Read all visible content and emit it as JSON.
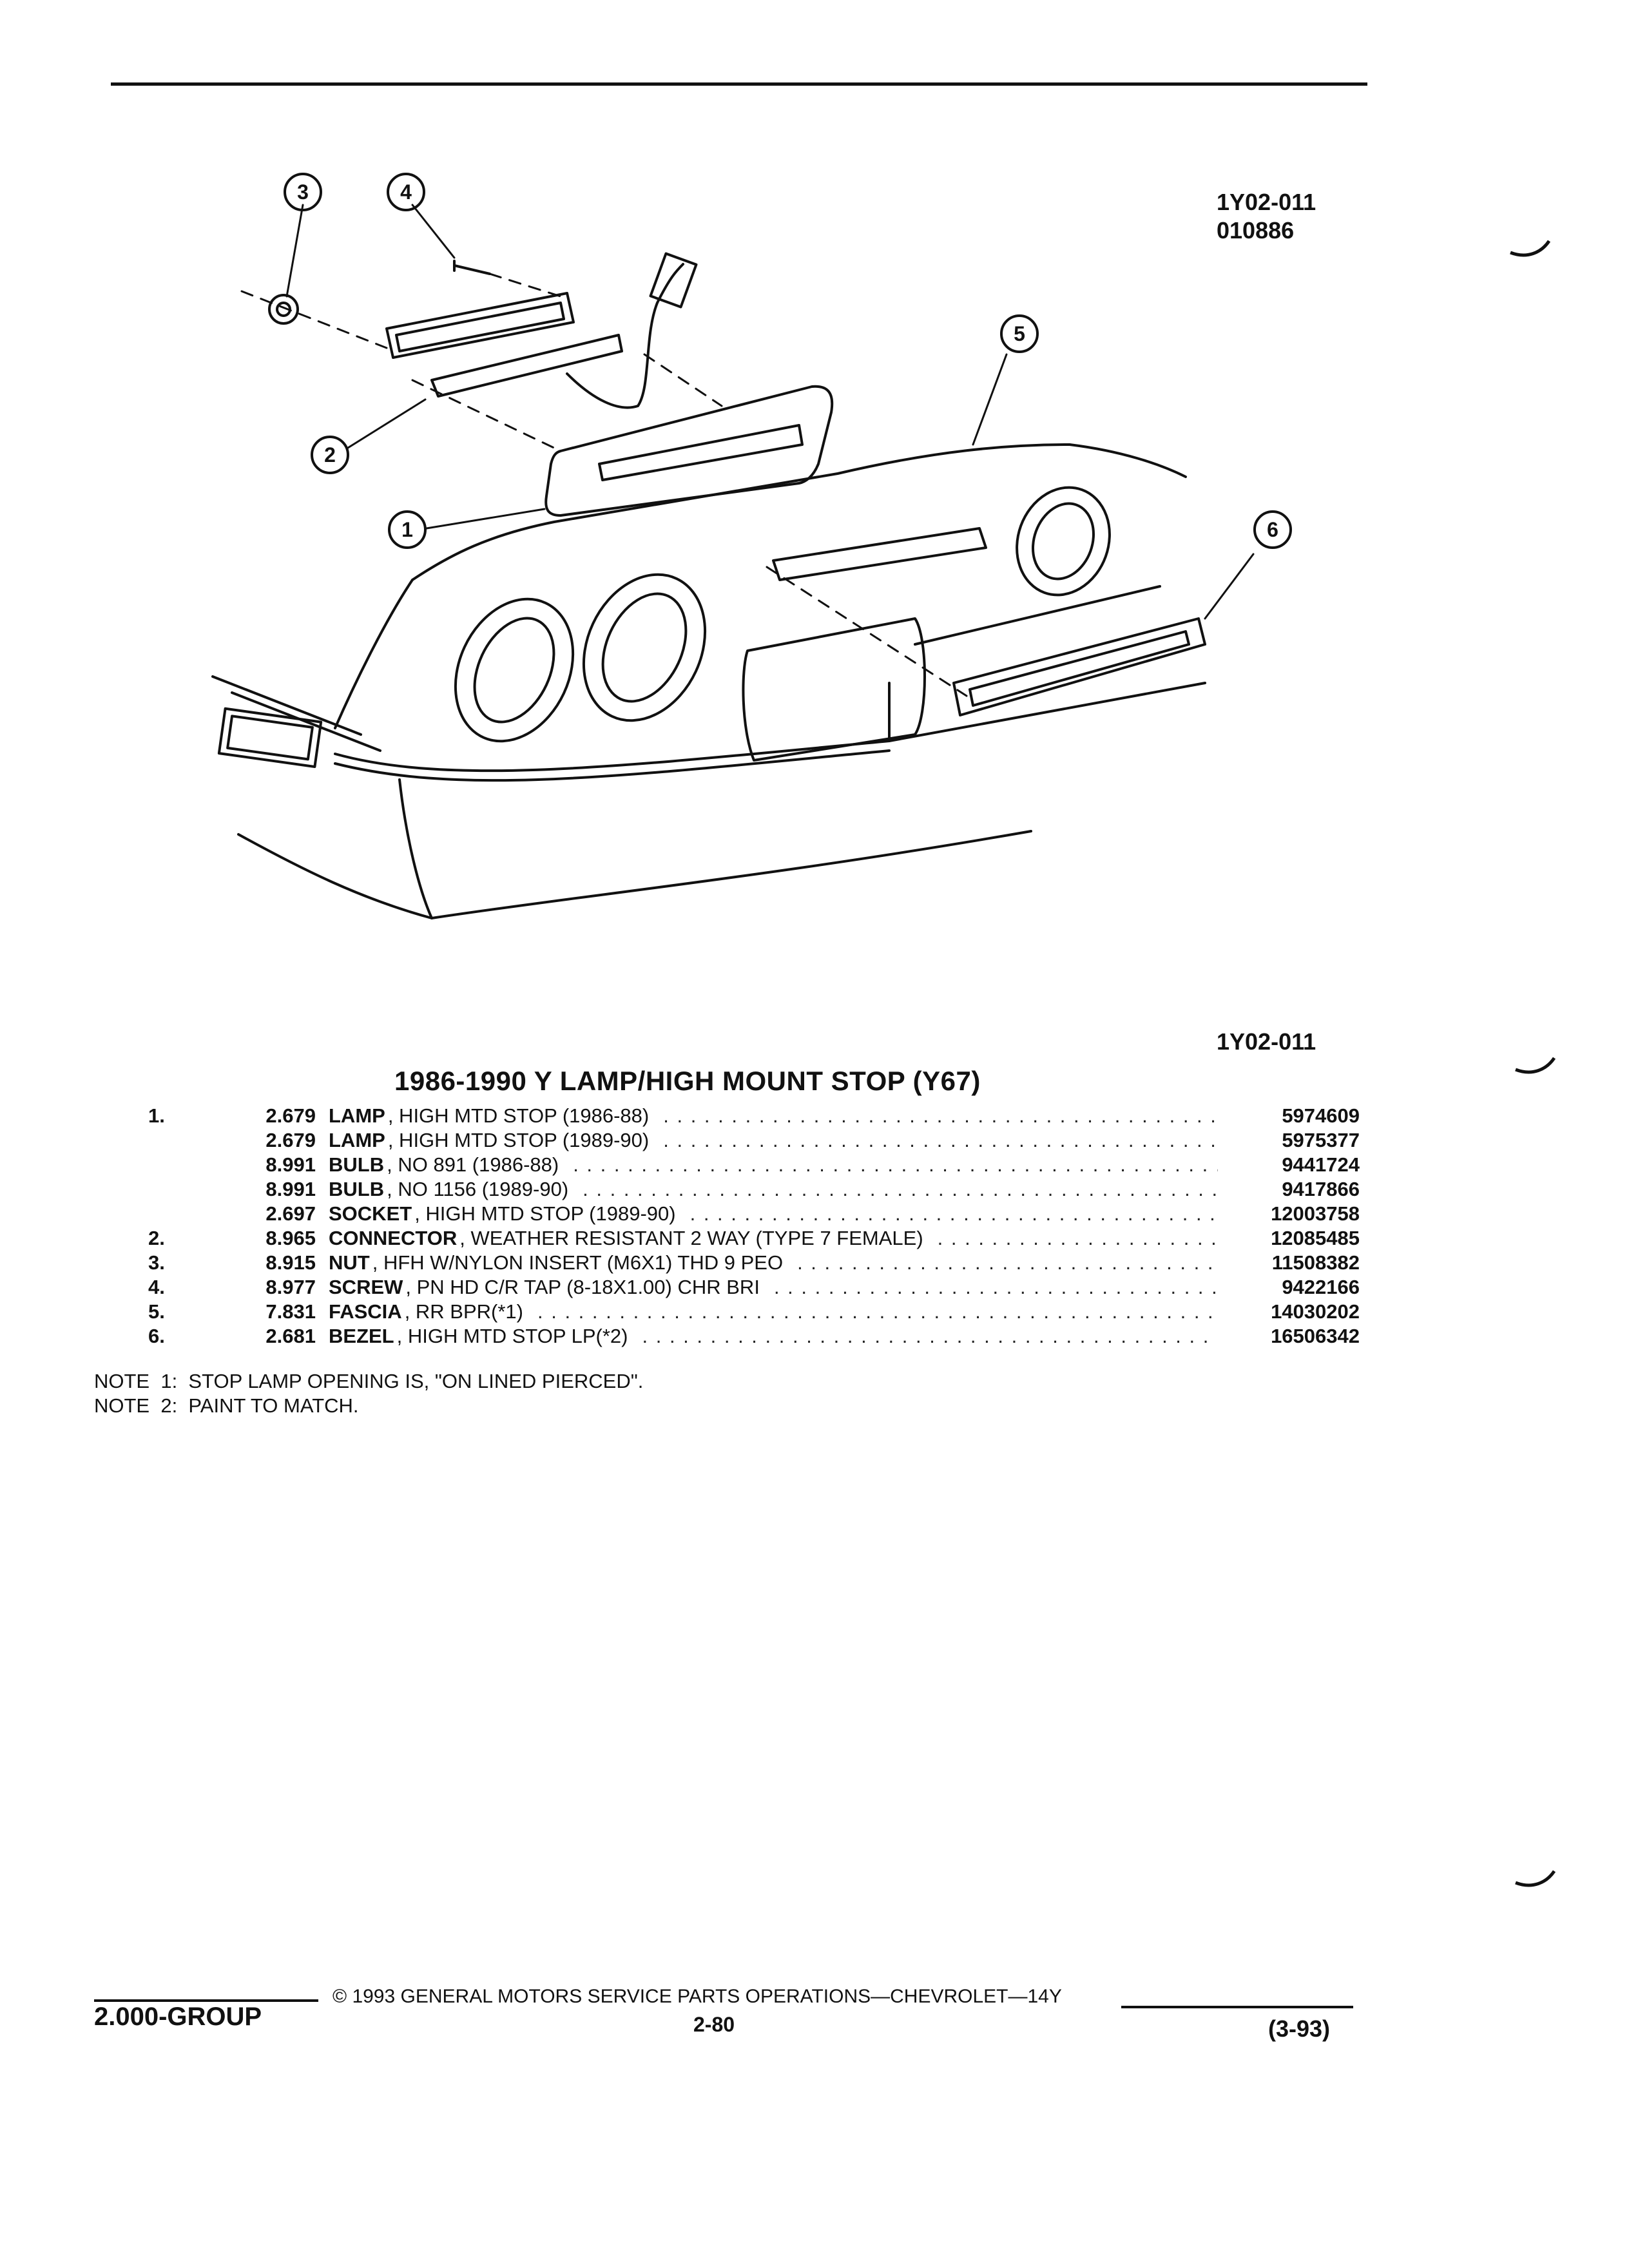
{
  "figure": {
    "id_top": "1Y02-011",
    "code_top": "010886",
    "id_bottom": "1Y02-011",
    "callouts": [
      "1",
      "2",
      "3",
      "4",
      "5",
      "6"
    ]
  },
  "section": {
    "title": "1986-1990 Y LAMP/HIGH MOUNT STOP (Y67)"
  },
  "parts": [
    {
      "num": "1.",
      "level": "2.679",
      "name": "LAMP",
      "desc": ", HIGH MTD STOP (1986-88)",
      "part": "5974609"
    },
    {
      "num": "",
      "level": "2.679",
      "name": "LAMP",
      "desc": ", HIGH MTD STOP (1989-90)",
      "part": "5975377"
    },
    {
      "num": "",
      "level": "8.991",
      "name": "BULB",
      "desc": ", NO 891 (1986-88)",
      "part": "9441724"
    },
    {
      "num": "",
      "level": "8.991",
      "name": "BULB",
      "desc": ", NO 1156 (1989-90)",
      "part": "9417866"
    },
    {
      "num": "",
      "level": "2.697",
      "name": "SOCKET",
      "desc": ", HIGH MTD STOP (1989-90)",
      "part": "12003758"
    },
    {
      "num": "2.",
      "level": "8.965",
      "name": "CONNECTOR",
      "desc": ", WEATHER RESISTANT 2 WAY (TYPE 7 FEMALE)",
      "part": "12085485"
    },
    {
      "num": "3.",
      "level": "8.915",
      "name": "NUT",
      "desc": ", HFH W/NYLON INSERT (M6X1) THD 9 PEO",
      "part": "11508382"
    },
    {
      "num": "4.",
      "level": "8.977",
      "name": "SCREW",
      "desc": ", PN HD C/R TAP (8-18X1.00) CHR BRI",
      "part": "9422166"
    },
    {
      "num": "5.",
      "level": "7.831",
      "name": "FASCIA",
      "desc": ", RR BPR(*1)",
      "part": "14030202"
    },
    {
      "num": "6.",
      "level": "2.681",
      "name": "BEZEL",
      "desc": ", HIGH MTD STOP LP(*2)",
      "part": "16506342"
    }
  ],
  "notes": [
    "NOTE  1:  STOP LAMP OPENING IS, \"ON LINED PIERCED\".",
    "NOTE  2:  PAINT TO MATCH."
  ],
  "footer": {
    "group": "2.000-GROUP",
    "copyright": "© 1993  GENERAL MOTORS SERVICE PARTS OPERATIONS—CHEVROLET—14Y",
    "page": "2-80",
    "date": "(3-93)"
  }
}
